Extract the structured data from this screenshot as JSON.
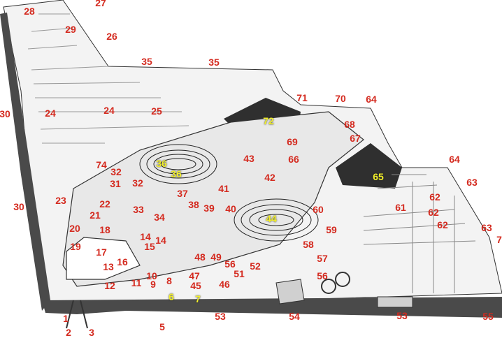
{
  "diagram": {
    "colors": {
      "label_red": "#d42a1f",
      "label_yellow": "#f2ef2a",
      "skin_dark": "#4a4a4a",
      "line": "#333333"
    },
    "callouts": [
      {
        "t": "28",
        "c": "red"
      },
      {
        "t": "27",
        "c": "red"
      },
      {
        "t": "29",
        "c": "red"
      },
      {
        "t": "26",
        "c": "red"
      },
      {
        "t": "35",
        "c": "red"
      },
      {
        "t": "35",
        "c": "red"
      },
      {
        "t": "71",
        "c": "red"
      },
      {
        "t": "70",
        "c": "red"
      },
      {
        "t": "64",
        "c": "red"
      },
      {
        "t": "30",
        "c": "red"
      },
      {
        "t": "24",
        "c": "red"
      },
      {
        "t": "24",
        "c": "red"
      },
      {
        "t": "25",
        "c": "red"
      },
      {
        "t": "72",
        "c": "yellow"
      },
      {
        "t": "68",
        "c": "red"
      },
      {
        "t": "67",
        "c": "red"
      },
      {
        "t": "69",
        "c": "red"
      },
      {
        "t": "66",
        "c": "red"
      },
      {
        "t": "43",
        "c": "red"
      },
      {
        "t": "74",
        "c": "red"
      },
      {
        "t": "36",
        "c": "yellow"
      },
      {
        "t": "32",
        "c": "red"
      },
      {
        "t": "36",
        "c": "yellow"
      },
      {
        "t": "31",
        "c": "red"
      },
      {
        "t": "32",
        "c": "red"
      },
      {
        "t": "42",
        "c": "red"
      },
      {
        "t": "65",
        "c": "yellow"
      },
      {
        "t": "64",
        "c": "red"
      },
      {
        "t": "63",
        "c": "red"
      },
      {
        "t": "37",
        "c": "red"
      },
      {
        "t": "41",
        "c": "red"
      },
      {
        "t": "62",
        "c": "red"
      },
      {
        "t": "61",
        "c": "red"
      },
      {
        "t": "30",
        "c": "red"
      },
      {
        "t": "23",
        "c": "red"
      },
      {
        "t": "22",
        "c": "red"
      },
      {
        "t": "38",
        "c": "red"
      },
      {
        "t": "39",
        "c": "red"
      },
      {
        "t": "40",
        "c": "red"
      },
      {
        "t": "60",
        "c": "red"
      },
      {
        "t": "62",
        "c": "red"
      },
      {
        "t": "33",
        "c": "red"
      },
      {
        "t": "21",
        "c": "red"
      },
      {
        "t": "34",
        "c": "red"
      },
      {
        "t": "44",
        "c": "yellow"
      },
      {
        "t": "62",
        "c": "red"
      },
      {
        "t": "63",
        "c": "red"
      },
      {
        "t": "20",
        "c": "red"
      },
      {
        "t": "18",
        "c": "red"
      },
      {
        "t": "14",
        "c": "red"
      },
      {
        "t": "14",
        "c": "red"
      },
      {
        "t": "59",
        "c": "red"
      },
      {
        "t": "7",
        "c": "red"
      },
      {
        "t": "19",
        "c": "red"
      },
      {
        "t": "15",
        "c": "red"
      },
      {
        "t": "58",
        "c": "red"
      },
      {
        "t": "17",
        "c": "red"
      },
      {
        "t": "48",
        "c": "red"
      },
      {
        "t": "49",
        "c": "red"
      },
      {
        "t": "57",
        "c": "red"
      },
      {
        "t": "16",
        "c": "red"
      },
      {
        "t": "56",
        "c": "red"
      },
      {
        "t": "52",
        "c": "red"
      },
      {
        "t": "13",
        "c": "red"
      },
      {
        "t": "10",
        "c": "red"
      },
      {
        "t": "51",
        "c": "red"
      },
      {
        "t": "47",
        "c": "red"
      },
      {
        "t": "56",
        "c": "red"
      },
      {
        "t": "11",
        "c": "red"
      },
      {
        "t": "9",
        "c": "red"
      },
      {
        "t": "8",
        "c": "red"
      },
      {
        "t": "45",
        "c": "red"
      },
      {
        "t": "46",
        "c": "red"
      },
      {
        "t": "12",
        "c": "red"
      },
      {
        "t": "6",
        "c": "yellow"
      },
      {
        "t": "7",
        "c": "yellow"
      },
      {
        "t": "1",
        "c": "red"
      },
      {
        "t": "53",
        "c": "red"
      },
      {
        "t": "54",
        "c": "red"
      },
      {
        "t": "53",
        "c": "red"
      },
      {
        "t": "55",
        "c": "red"
      },
      {
        "t": "5",
        "c": "red"
      },
      {
        "t": "2",
        "c": "red"
      },
      {
        "t": "3",
        "c": "red"
      }
    ]
  }
}
